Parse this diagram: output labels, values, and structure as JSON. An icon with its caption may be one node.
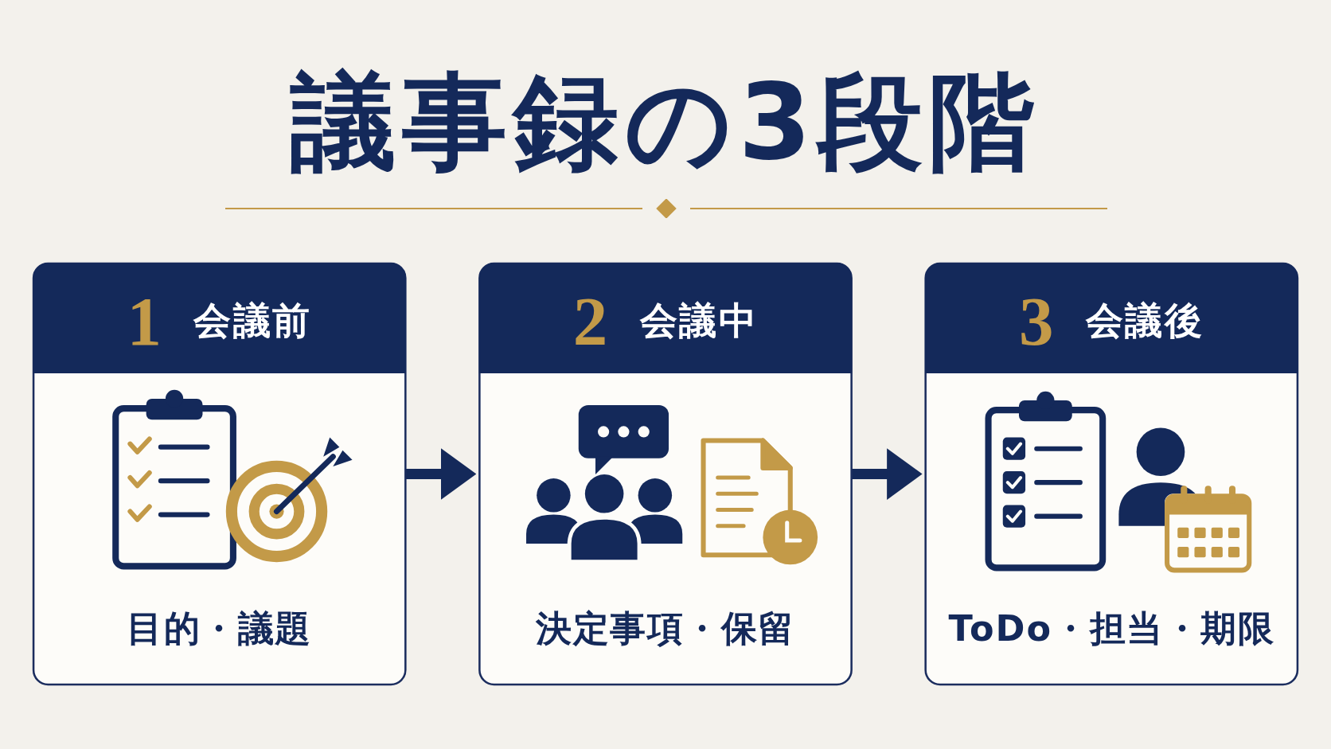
{
  "diagram": {
    "title": "議事録の3段階",
    "nodes": [
      {
        "text": [
          "1",
          "会議前",
          "目的・議題"
        ]
      },
      {
        "text": [
          "2",
          "会議中",
          "決定事項・保留"
        ]
      },
      {
        "text": [
          "3",
          "会議後",
          "ToDo・担当・期限"
        ]
      }
    ],
    "edges": [
      {
        "from": 0,
        "to": 1,
        "arrow": "to"
      },
      {
        "from": 1,
        "to": 2,
        "arrow": "to"
      }
    ]
  }
}
